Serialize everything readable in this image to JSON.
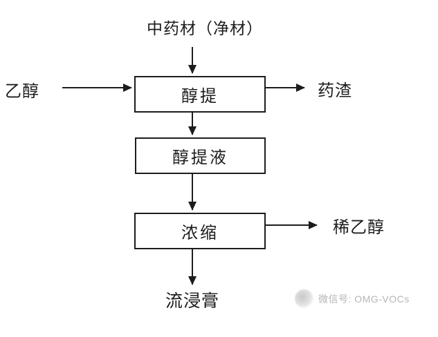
{
  "flowchart": {
    "source_label": "中药材（净材）",
    "ethanol_label": "乙醇",
    "residue_label": "药渣",
    "dilute_ethanol_label": "稀乙醇",
    "product_label": "流浸膏",
    "boxes": [
      {
        "label": "醇提"
      },
      {
        "label": "醇提液"
      },
      {
        "label": "浓缩"
      }
    ]
  },
  "watermark": {
    "icon": "wechat-logo-icon",
    "text": "微信号: OMG-VOCs"
  },
  "colors": {
    "line": "#1c1c1c",
    "text": "#1c1c1c",
    "watermark_text": "#b5b5b5",
    "background": "#ffffff"
  }
}
